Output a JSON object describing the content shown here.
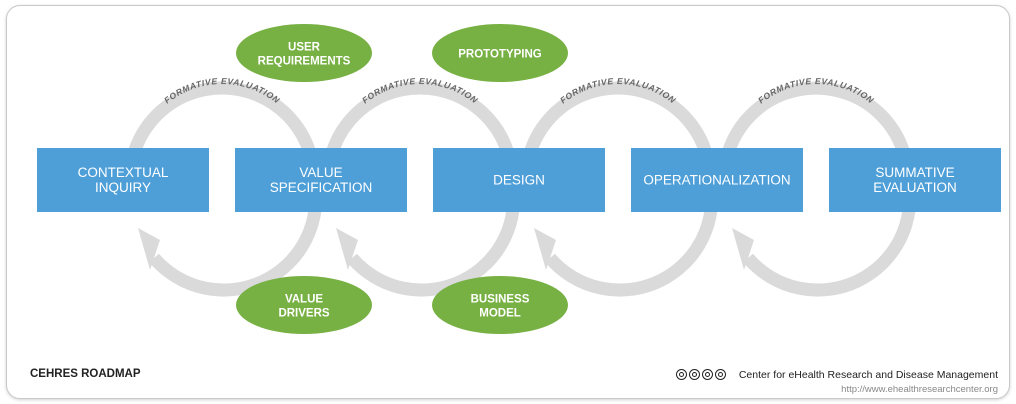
{
  "colors": {
    "box": "#4e9fd8",
    "oval": "#77b043",
    "arrow": "#dadada"
  },
  "boxes": [
    {
      "label": "CONTEXTUAL\nINQUIRY"
    },
    {
      "label": "VALUE\nSPECIFICATION"
    },
    {
      "label": "DESIGN"
    },
    {
      "label": "OPERATIONALIZATION"
    },
    {
      "label": "SUMMATIVE\nEVALUATION"
    }
  ],
  "ovals_top": [
    {
      "label": "USER\nREQUIREMENTS"
    },
    {
      "label": "PROTOTYPING"
    }
  ],
  "ovals_bottom": [
    {
      "label": "VALUE\nDRIVERS"
    },
    {
      "label": "BUSINESS\nMODEL"
    }
  ],
  "arc_label": "FORMATIVE EVALUATION",
  "footer": {
    "roadmap": "CEHRES ROADMAP",
    "organization": "Center for eHealth Research and Disease Management",
    "url": "http://www.ehealthresearchcenter.org"
  }
}
